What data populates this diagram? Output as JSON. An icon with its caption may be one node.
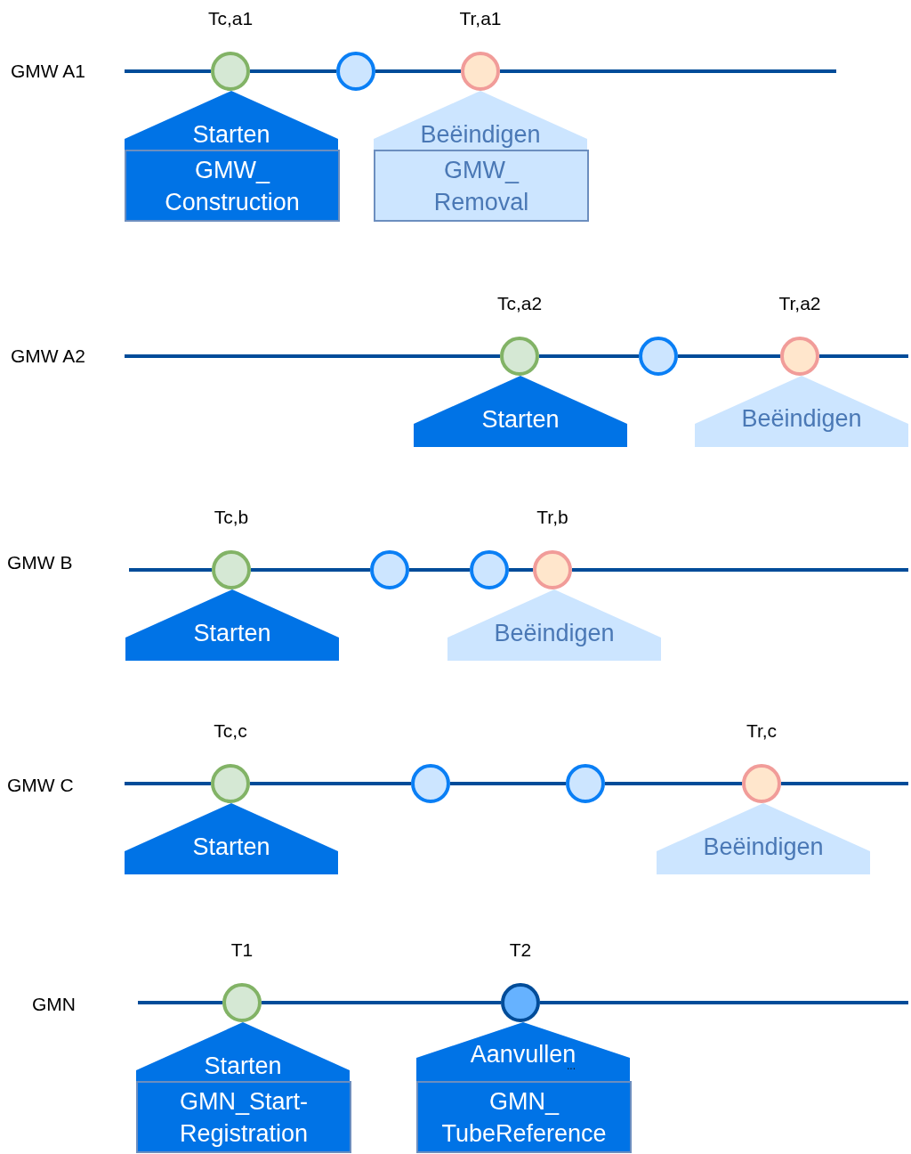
{
  "diagram": {
    "nodes": [
      {
        "text": [],
        "shape": "circle",
        "beside": [
          "Tc,a1"
        ]
      },
      {
        "text": [],
        "shape": "circle"
      },
      {
        "text": [],
        "shape": "circle",
        "beside": [
          "Tr,a1"
        ]
      },
      {
        "text": [
          "Starten"
        ]
      },
      {
        "text": [
          "GMW_ Construction"
        ]
      },
      {
        "text": [
          "Beëindigen"
        ]
      },
      {
        "text": [
          "GMW_ Removal"
        ]
      },
      {
        "text": [],
        "shape": "circle",
        "beside": [
          "Tc,a2"
        ]
      },
      {
        "text": [],
        "shape": "circle"
      },
      {
        "text": [],
        "shape": "circle",
        "beside": [
          "Tr,a2"
        ]
      },
      {
        "text": [
          "Starten"
        ]
      },
      {
        "text": [
          "Beëindigen"
        ]
      },
      {
        "text": [],
        "shape": "circle",
        "beside": [
          "Tc,b"
        ]
      },
      {
        "text": [],
        "shape": "circle"
      },
      {
        "text": [],
        "shape": "circle"
      },
      {
        "text": [],
        "shape": "circle",
        "beside": [
          "Tr,b"
        ]
      },
      {
        "text": [
          "Starten"
        ]
      },
      {
        "text": [
          "Beëindigen"
        ]
      },
      {
        "text": [],
        "shape": "circle",
        "beside": [
          "Tc,c"
        ]
      },
      {
        "text": [],
        "shape": "circle"
      },
      {
        "text": [],
        "shape": "circle"
      },
      {
        "text": [],
        "shape": "circle",
        "beside": [
          "Tr,c"
        ]
      },
      {
        "text": [
          "Starten"
        ]
      },
      {
        "text": [
          "Beëindigen"
        ]
      },
      {
        "text": [],
        "shape": "circle",
        "beside": [
          "T1"
        ]
      },
      {
        "text": [],
        "shape": "circle",
        "beside": [
          "T2"
        ]
      },
      {
        "text": [
          "Starten"
        ]
      },
      {
        "text": [
          "GMN_Start- Registration"
        ]
      },
      {
        "text": [
          "Aanvullen"
        ]
      },
      {
        "text": [
          "GMN_ TubeReference"
        ]
      }
    ],
    "edges": [
      {
        "from": null,
        "to": 0,
        "arrow": "none"
      },
      {
        "from": 0,
        "to": 1,
        "arrow": "none"
      },
      {
        "from": 1,
        "to": 2,
        "arrow": "none"
      },
      {
        "from": 2,
        "to": null,
        "arrow": "none"
      },
      {
        "from": null,
        "to": 7,
        "arrow": "none"
      },
      {
        "from": 7,
        "to": 8,
        "arrow": "none"
      },
      {
        "from": 8,
        "to": 9,
        "arrow": "none"
      },
      {
        "from": 9,
        "to": null,
        "arrow": "none"
      },
      {
        "from": null,
        "to": 12,
        "arrow": "none"
      },
      {
        "from": 12,
        "to": 13,
        "arrow": "none"
      },
      {
        "from": 13,
        "to": 14,
        "arrow": "none"
      },
      {
        "from": 14,
        "to": 15,
        "arrow": "none"
      },
      {
        "from": 15,
        "to": null,
        "arrow": "none"
      },
      {
        "from": null,
        "to": 18,
        "arrow": "none"
      },
      {
        "from": 18,
        "to": 19,
        "arrow": "none"
      },
      {
        "from": 19,
        "to": 20,
        "arrow": "none"
      },
      {
        "from": 20,
        "to": 21,
        "arrow": "none"
      },
      {
        "from": 21,
        "to": null,
        "arrow": "none"
      },
      {
        "from": null,
        "to": 24,
        "arrow": "none"
      },
      {
        "from": 24,
        "to": 25,
        "arrow": "none"
      },
      {
        "from": 25,
        "to": null,
        "arrow": "none"
      }
    ],
    "labels": [
      "GMW A1",
      "GMW A2",
      "GMW B",
      "GMW C",
      "GMN",
      "..."
    ]
  }
}
